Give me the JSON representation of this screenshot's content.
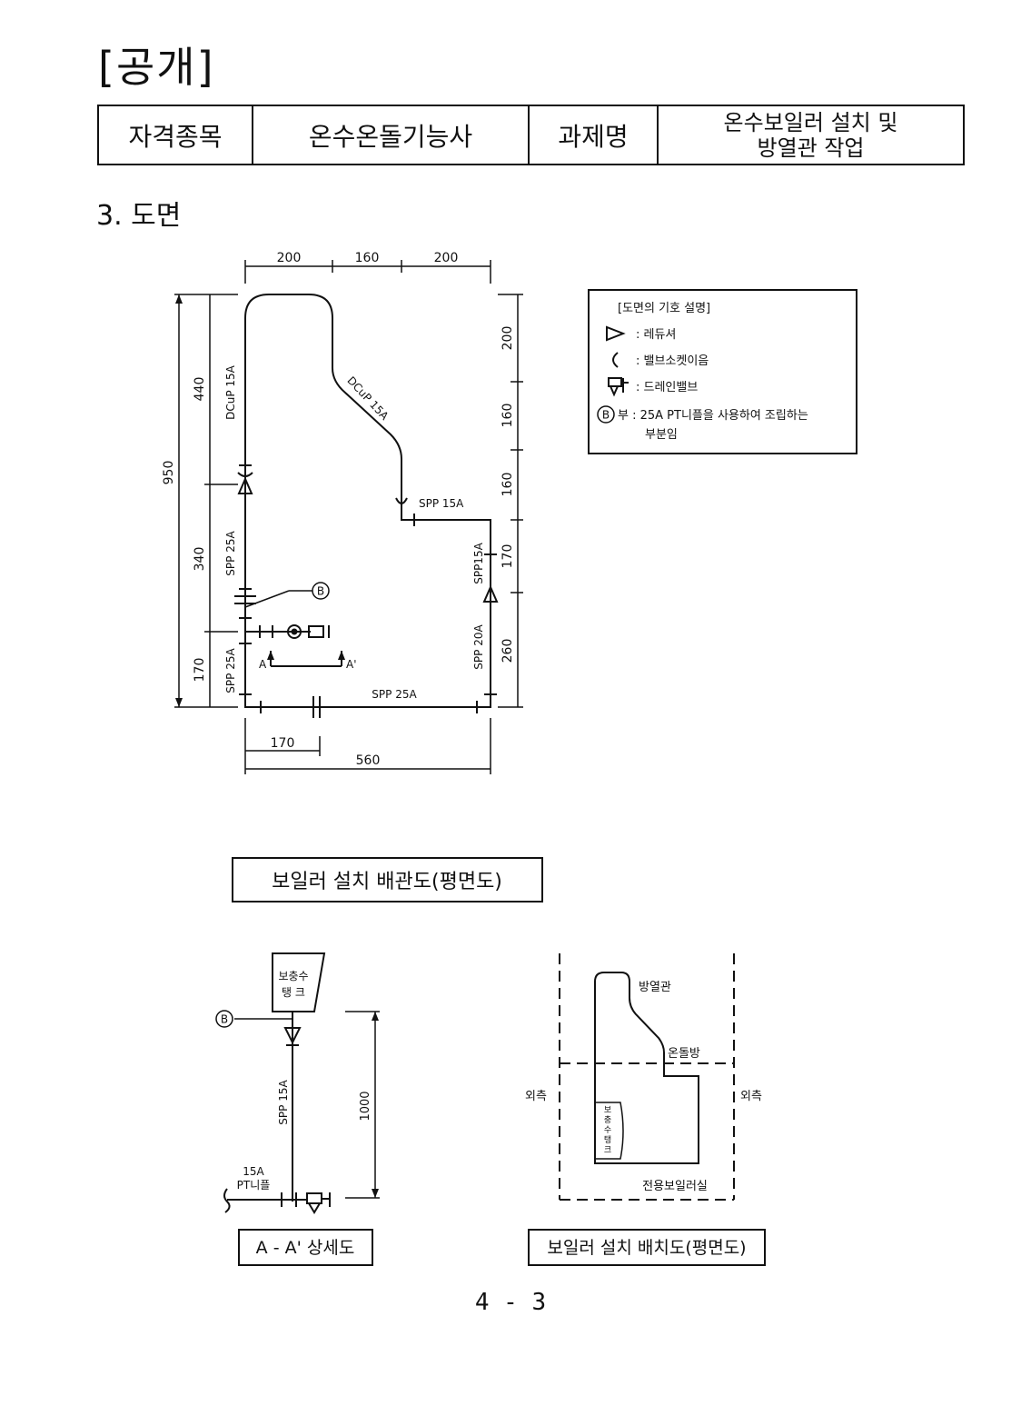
{
  "heading": "[공개]",
  "info_table": {
    "label_qualification": "자격종목",
    "qualification": "온수온돌기능사",
    "label_task": "과제명",
    "task_line1": "온수보일러 설치 및",
    "task_line2": "방열관 작업"
  },
  "section_title": "3. 도면",
  "plan": {
    "dims_top": [
      "200",
      "160",
      "200"
    ],
    "dims_left": [
      "950",
      "440",
      "340",
      "170"
    ],
    "dims_right": [
      "200",
      "160",
      "160",
      "170",
      "260"
    ],
    "dims_bottom": [
      "170",
      "560"
    ],
    "pipe_labels": {
      "dcup_vertical": "DCuP 15A",
      "dcup_diagonal": "DCuP 15A",
      "spp15_top": "SPP 15A",
      "spp25_left_upper": "SPP 25A",
      "spp25_left_lower": "SPP 25A",
      "spp15_right": "SPP15A",
      "spp20_right": "SPP 20A",
      "spp25_bottom": "SPP 25A"
    },
    "section_a": "A",
    "section_a_prime": "A'",
    "marker_b": "B",
    "caption": "보일러 설치 배관도(평면도)"
  },
  "legend": {
    "title": "[도면의 기호 설명]",
    "items": [
      {
        "icon": "reducer-icon",
        "text": ": 레듀셔"
      },
      {
        "icon": "valve-socket-icon",
        "text": ": 밸브소켓이음"
      },
      {
        "icon": "drain-valve-icon",
        "text": ": 드레인밸브"
      },
      {
        "icon": "b-circle-icon",
        "text": "부 : 25A PT니플을 사용하여 조립하는"
      }
    ],
    "b_label": "B",
    "last_line2": "부분임"
  },
  "detail": {
    "tank_line1": "보충수",
    "tank_line2": "탱 크",
    "marker_b": "B",
    "pipe_label": "SPP 15A",
    "dim": "1000",
    "nipple_line1": "15A",
    "nipple_line2": "PT니플",
    "caption": "A - A' 상세도"
  },
  "layout_plan": {
    "pipe": "방열관",
    "room": "온돌방",
    "outside_left": "외측",
    "outside_right": "외측",
    "tank_text": [
      "보",
      "충",
      "수",
      "탱",
      "크"
    ],
    "boiler_room": "전용보일러실",
    "caption": "보일러 설치 배치도(평면도)"
  },
  "page_number": "4 - 3"
}
